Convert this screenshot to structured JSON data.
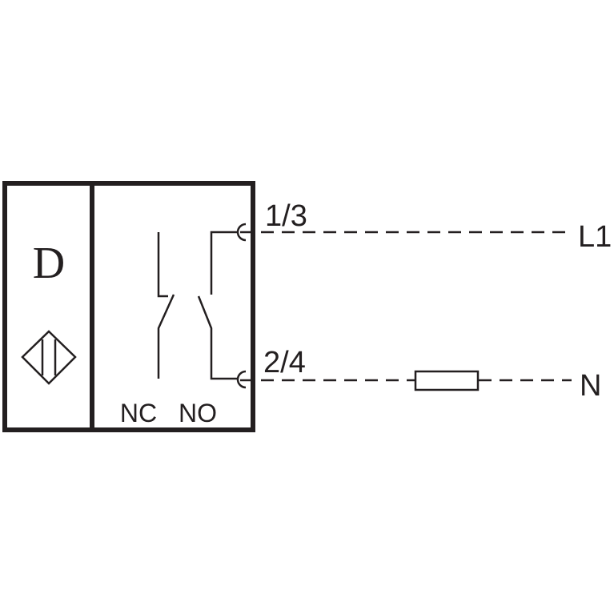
{
  "diagram": {
    "sensor_letter": "D",
    "terminal_top": "1/3",
    "terminal_bottom": "2/4",
    "line_label": "L1",
    "neutral_label": "N",
    "contact_nc": "NC",
    "contact_no": "NO",
    "icon": "inductive-sensor-symbol-icon",
    "stroke_color": "#231f20",
    "background_color": "#ffffff"
  }
}
